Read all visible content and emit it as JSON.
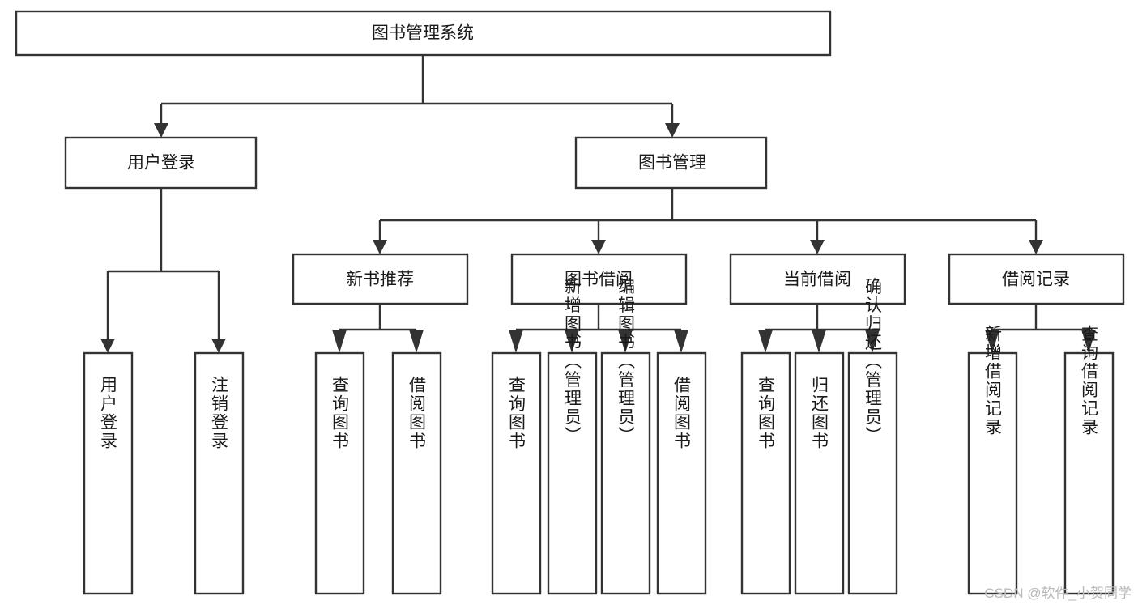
{
  "diagram": {
    "title": "图书管理系统",
    "type": "tree-hierarchy-diagram",
    "colors": {
      "box_stroke": "#333333",
      "box_fill": "#ffffff",
      "text": "#1a1a1a",
      "background": "#ffffff",
      "watermark": "#b9b9b9"
    },
    "root": {
      "label": "图书管理系统"
    },
    "level2": [
      {
        "label": "用户登录"
      },
      {
        "label": "图书管理"
      }
    ],
    "level3": [
      {
        "label": "新书推荐"
      },
      {
        "label": "图书借阅"
      },
      {
        "label": "当前借阅"
      },
      {
        "label": "借阅记录"
      }
    ],
    "leaves": {
      "user_login": [
        {
          "label": "用户登录"
        },
        {
          "label": "注销登录"
        }
      ],
      "new_book_recommend": [
        {
          "label": "查询图书"
        },
        {
          "label": "借阅图书"
        }
      ],
      "book_borrow": [
        {
          "label": "查询图书"
        },
        {
          "label": "新增图书（管理员）"
        },
        {
          "label": "编辑图书（管理员）"
        },
        {
          "label": "借阅图书"
        }
      ],
      "current_borrow": [
        {
          "label": "查询图书"
        },
        {
          "label": "归还图书"
        },
        {
          "label": "确认归还（管理员）"
        }
      ],
      "borrow_record": [
        {
          "label": "新增借阅记录"
        },
        {
          "label": "查询借阅记录"
        }
      ]
    }
  },
  "watermark": {
    "text": "CSDN @软件_小贺同学"
  }
}
